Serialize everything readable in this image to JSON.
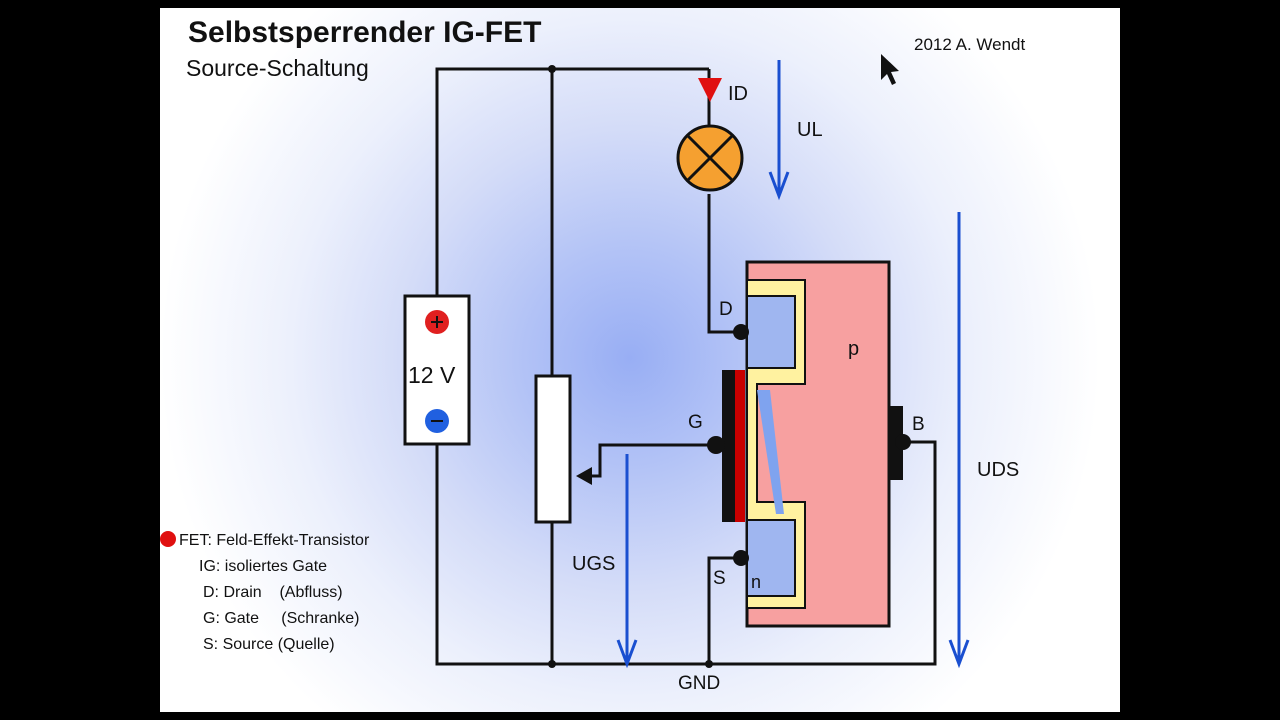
{
  "title": "Selbstsperrender IG-FET",
  "subtitle": "Source-Schaltung",
  "credit": "2012  A. Wendt",
  "battery_label": "12 V",
  "labels": {
    "id": "ID",
    "ul": "UL",
    "uds": "UDS",
    "ugs": "UGS",
    "gnd": "GND",
    "d": "D",
    "g": "G",
    "s": "S",
    "b": "B",
    "p": "p",
    "n": "n"
  },
  "legend": [
    "FET: Feld-Effekt-Transistor",
    "IG: isoliertes Gate",
    "D: Drain    (Abfluss)",
    "G: Gate     (Schranke)",
    "S: Source (Quelle)"
  ],
  "colors": {
    "wire": "#111111",
    "arrow_blue": "#1a4fd0",
    "lamp_orange": "#f5a030",
    "substrate_pink": "#f7a0a0",
    "n_region_blue": "#9fb6f0",
    "oxide_yellow": "#fff2a0",
    "gate_red": "#c80000",
    "terminal_red": "#e02020",
    "terminal_blue": "#2060e0"
  }
}
